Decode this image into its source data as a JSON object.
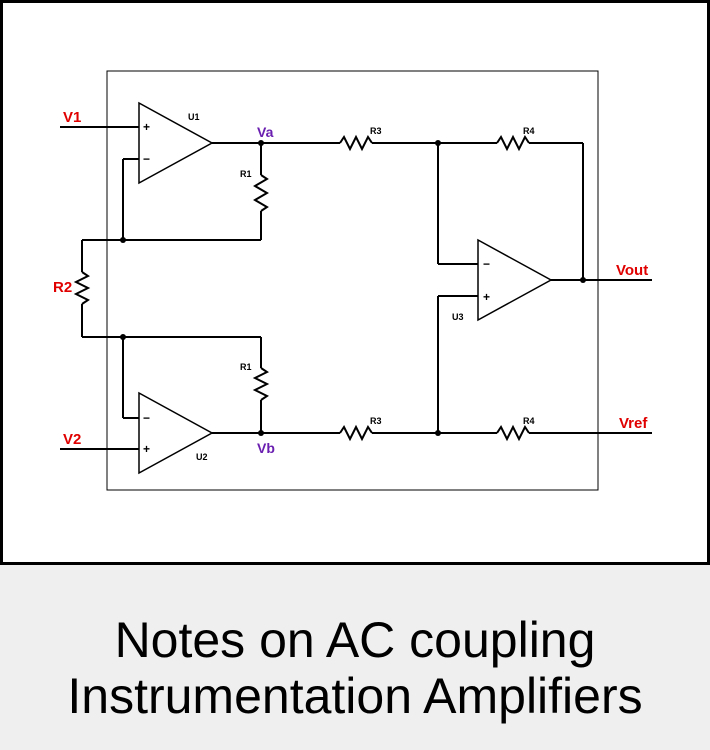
{
  "diagram": {
    "inputs": {
      "v1": "V1",
      "v2": "V2"
    },
    "nodes": {
      "va": "Va",
      "vb": "Vb"
    },
    "outputs": {
      "vout": "Vout",
      "vref": "Vref"
    },
    "opamps": {
      "u1": "U1",
      "u2": "U2",
      "u3": "U3"
    },
    "resistors": {
      "r1_top": "R1",
      "r1_bottom": "R1",
      "r2": "R2",
      "r3_top": "R3",
      "r3_bottom": "R3",
      "r4_top": "R4",
      "r4_bottom": "R4"
    },
    "signs": {
      "plus": "+",
      "minus": "−"
    }
  },
  "title": {
    "line1": "Notes on AC coupling",
    "line2": "Instrumentation Amplifiers"
  }
}
